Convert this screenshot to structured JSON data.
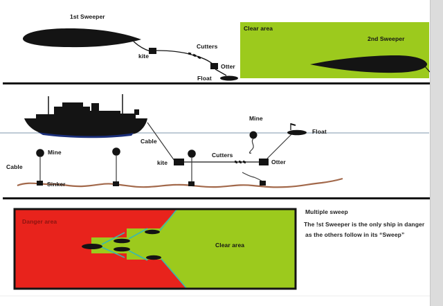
{
  "panel1": {
    "first_sweeper": "1st Sweeper",
    "kite": "kite",
    "cutters": "Cutters",
    "otter": "Otter",
    "float": "Float",
    "clear_area": "Clear area",
    "second_sweeper": "2nd Sweeper"
  },
  "panel2": {
    "cable_ship": "Cable",
    "mine_surface": "Mine",
    "float": "Float",
    "mine_moored": "Mine",
    "cable_moored": "Cable",
    "sinker": "Sinker",
    "kite": "kite",
    "cutters": "Cutters",
    "otter": "Otter"
  },
  "panel3": {
    "danger_area": "Danger area",
    "clear_area": "Clear area"
  },
  "notes": {
    "title": "Multiple sweep",
    "line1": "The !st Sweeper is the only ship in danger",
    "line2": "as the others follow in its “Sweep”"
  },
  "colors": {
    "clear_green": "#9cca1d",
    "danger_red": "#e8231c",
    "sweep_cyan": "#3ab7b0",
    "seabed_brown": "#a2684a",
    "waterline_blue": "#a9bac8",
    "hull_navy": "#1b2f7a",
    "ink_black": "#141414",
    "danger_text": "#8b1410"
  }
}
